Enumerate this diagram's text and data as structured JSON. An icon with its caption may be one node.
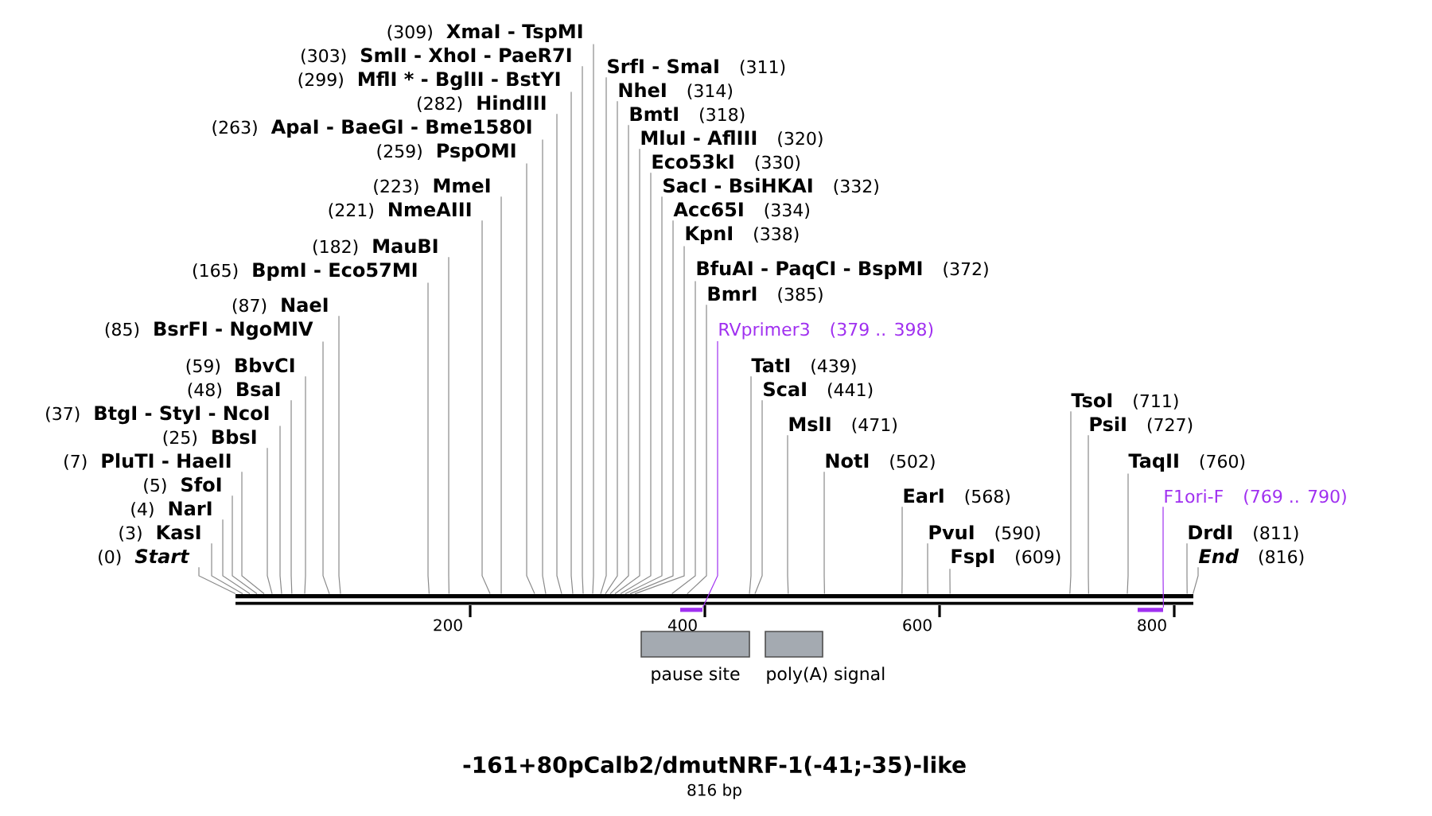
{
  "diagram": {
    "title": "-161+80pCalb2/dmutNRF-1(-41;-35)-like",
    "caption": "816 bp",
    "nodes": [
      {
        "text": [
          "(0)",
          "Start"
        ]
      },
      {
        "text": [
          "(3)",
          "KasI"
        ]
      },
      {
        "text": [
          "(4)",
          "NarI"
        ]
      },
      {
        "text": [
          "(5)",
          "SfoI"
        ]
      },
      {
        "text": [
          "(7)",
          "PluTI - HaeII"
        ]
      },
      {
        "text": [
          "(25)",
          "BbsI"
        ]
      },
      {
        "text": [
          "(37)",
          "BtgI - StyI - NcoI"
        ]
      },
      {
        "text": [
          "(48)",
          "BsaI"
        ]
      },
      {
        "text": [
          "(59)",
          "BbvCI"
        ]
      },
      {
        "text": [
          "(85)",
          "BsrFI - NgoMIV"
        ]
      },
      {
        "text": [
          "(87)",
          "NaeI"
        ]
      },
      {
        "text": [
          "(165)",
          "BpmI - Eco57MI"
        ]
      },
      {
        "text": [
          "(182)",
          "MauBI"
        ]
      },
      {
        "text": [
          "(221)",
          "NmeAIII"
        ]
      },
      {
        "text": [
          "(223)",
          "MmeI"
        ]
      },
      {
        "text": [
          "(259)",
          "PspOMI"
        ]
      },
      {
        "text": [
          "(263)",
          "ApaI - BaeGI - Bme1580I"
        ]
      },
      {
        "text": [
          "(282)",
          "HindIII"
        ]
      },
      {
        "text": [
          "(299)",
          "MflI * - BglII - BstYI"
        ]
      },
      {
        "text": [
          "(303)",
          "SmlI - XhoI - PaeR7I"
        ]
      },
      {
        "text": [
          "(309)",
          "XmaI - TspMI"
        ]
      },
      {
        "text": [
          "SrfI - SmaI",
          "(311)"
        ]
      },
      {
        "text": [
          "NheI",
          "(314)"
        ]
      },
      {
        "text": [
          "BmtI",
          "(318)"
        ]
      },
      {
        "text": [
          "MluI - AflIII",
          "(320)"
        ]
      },
      {
        "text": [
          "Eco53kI",
          "(330)"
        ]
      },
      {
        "text": [
          "SacI - BsiHKAI",
          "(332)"
        ]
      },
      {
        "text": [
          "Acc65I",
          "(334)"
        ]
      },
      {
        "text": [
          "KpnI",
          "(338)"
        ]
      },
      {
        "text": [
          "BfuAI - PaqCI - BspMI",
          "(372)"
        ]
      },
      {
        "text": [
          "RVprimer3",
          "(379 .. 398)"
        ]
      },
      {
        "text": [
          "BmrI",
          "(385)"
        ]
      },
      {
        "text": [
          "TatI",
          "(439)"
        ]
      },
      {
        "text": [
          "ScaI",
          "(441)"
        ]
      },
      {
        "text": [
          "MslI",
          "(471)"
        ]
      },
      {
        "text": [
          "NotI",
          "(502)"
        ]
      },
      {
        "text": [
          "EarI",
          "(568)"
        ]
      },
      {
        "text": [
          "PvuI",
          "(590)"
        ]
      },
      {
        "text": [
          "FspI",
          "(609)"
        ]
      },
      {
        "text": [
          "TsoI",
          "(711)"
        ]
      },
      {
        "text": [
          "PsiI",
          "(727)"
        ]
      },
      {
        "text": [
          "TaqII",
          "(760)"
        ]
      },
      {
        "text": [
          "F1ori-F",
          "(769 .. 790)"
        ]
      },
      {
        "text": [
          "DrdI",
          "(811)"
        ]
      },
      {
        "text": [
          "End",
          "(816)"
        ]
      },
      {
        "text": [],
        "shape": "bar"
      },
      {
        "text": [],
        "shape": "bar"
      },
      {
        "text": [],
        "shape": "bar"
      },
      {
        "text": [
          "pause site"
        ]
      },
      {
        "text": [
          "poly(A) signal"
        ]
      }
    ],
    "edges": [
      {
        "from": 0,
        "to": 45,
        "arrow": "none"
      },
      {
        "from": 1,
        "to": 45,
        "arrow": "none"
      },
      {
        "from": 2,
        "to": 45,
        "arrow": "none"
      },
      {
        "from": 3,
        "to": 45,
        "arrow": "none"
      },
      {
        "from": 4,
        "to": 45,
        "arrow": "none"
      },
      {
        "from": 5,
        "to": 45,
        "arrow": "none"
      },
      {
        "from": 6,
        "to": 45,
        "arrow": "none"
      },
      {
        "from": 7,
        "to": 45,
        "arrow": "none"
      },
      {
        "from": 8,
        "to": 45,
        "arrow": "none"
      },
      {
        "from": 9,
        "to": 45,
        "arrow": "none"
      },
      {
        "from": 10,
        "to": 45,
        "arrow": "none"
      },
      {
        "from": 11,
        "to": 45,
        "arrow": "none"
      },
      {
        "from": 12,
        "to": 45,
        "arrow": "none"
      },
      {
        "from": 13,
        "to": 45,
        "arrow": "none"
      },
      {
        "from": 14,
        "to": 45,
        "arrow": "none"
      },
      {
        "from": 15,
        "to": 45,
        "arrow": "none"
      },
      {
        "from": 16,
        "to": 45,
        "arrow": "none"
      },
      {
        "from": 17,
        "to": 45,
        "arrow": "none"
      },
      {
        "from": 18,
        "to": 45,
        "arrow": "none"
      },
      {
        "from": 19,
        "to": 45,
        "arrow": "none"
      },
      {
        "from": 20,
        "to": 45,
        "arrow": "none"
      },
      {
        "from": 21,
        "to": 45,
        "arrow": "none"
      },
      {
        "from": 22,
        "to": 45,
        "arrow": "none"
      },
      {
        "from": 23,
        "to": 45,
        "arrow": "none"
      },
      {
        "from": 24,
        "to": 45,
        "arrow": "none"
      },
      {
        "from": 25,
        "to": 45,
        "arrow": "none"
      },
      {
        "from": 26,
        "to": 45,
        "arrow": "none"
      },
      {
        "from": 27,
        "to": 45,
        "arrow": "none"
      },
      {
        "from": 28,
        "to": 45,
        "arrow": "none"
      },
      {
        "from": 29,
        "to": 45,
        "arrow": "none"
      },
      {
        "from": 30,
        "to": 46,
        "arrow": "none",
        "color": "#a030f0"
      },
      {
        "from": 31,
        "to": 45,
        "arrow": "none"
      },
      {
        "from": 32,
        "to": 45,
        "arrow": "none"
      },
      {
        "from": 33,
        "to": 45,
        "arrow": "none"
      },
      {
        "from": 34,
        "to": 45,
        "arrow": "none"
      },
      {
        "from": 35,
        "to": 45,
        "arrow": "none"
      },
      {
        "from": 36,
        "to": 45,
        "arrow": "none"
      },
      {
        "from": 37,
        "to": 45,
        "arrow": "none"
      },
      {
        "from": 38,
        "to": 45,
        "arrow": "none"
      },
      {
        "from": 39,
        "to": 45,
        "arrow": "none"
      },
      {
        "from": 40,
        "to": 45,
        "arrow": "none"
      },
      {
        "from": 41,
        "to": 45,
        "arrow": "none"
      },
      {
        "from": 42,
        "to": 47,
        "arrow": "none",
        "color": "#a030f0"
      },
      {
        "from": 43,
        "to": 45,
        "arrow": "none"
      },
      {
        "from": 44,
        "to": 45,
        "arrow": "none"
      }
    ],
    "labels": [
      "200",
      "400",
      "600",
      "800"
    ]
  }
}
